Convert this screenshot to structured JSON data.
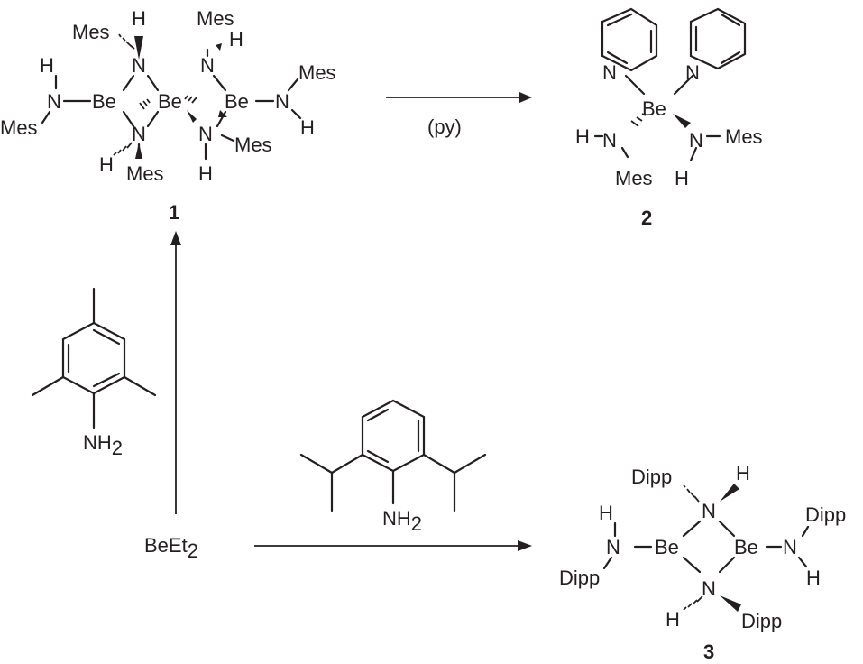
{
  "compounds": {
    "c1": {
      "number": "1",
      "labels": {
        "mes_a": "Mes",
        "h_a": "H",
        "n_a": "N",
        "mes_b": "Mes",
        "h_b": "H",
        "n_b": "N",
        "h_c": "H",
        "n_c": "N",
        "be_left": "Be",
        "mes_c": "Mes",
        "be_mid": "Be",
        "be_right": "Be",
        "n_d": "N",
        "mes_d": "Mes",
        "h_d": "H",
        "n_e": "N",
        "h_e": "H",
        "mes_e": "Mes",
        "n_f": "N",
        "mes_f": "Mes",
        "h_f": "H"
      }
    },
    "c2": {
      "number": "2",
      "labels": {
        "n_py1": "N",
        "n_py2": "N",
        "be": "Be",
        "h_left": "H",
        "n_left": "N",
        "mes_left": "Mes",
        "n_right": "N",
        "mes_right": "Mes",
        "h_right": "H"
      }
    },
    "c3": {
      "number": "3",
      "labels": {
        "dipp_top": "Dipp",
        "h_top": "H",
        "n_top": "N",
        "h_left": "H",
        "n_left": "N",
        "be_left": "Be",
        "dipp_left": "Dipp",
        "be_right": "Be",
        "n_right": "N",
        "dipp_right": "Dipp",
        "h_right": "H",
        "n_bottom": "N",
        "h_bottom": "H",
        "dipp_bottom": "Dipp"
      }
    }
  },
  "reagents": {
    "py": "(py)",
    "mesitylamine": {
      "nh": "NH",
      "sub": "2"
    },
    "dipp_amine": {
      "nh": "NH",
      "sub": "2"
    },
    "beet2": {
      "main": "BeEt",
      "sub": "2"
    }
  }
}
